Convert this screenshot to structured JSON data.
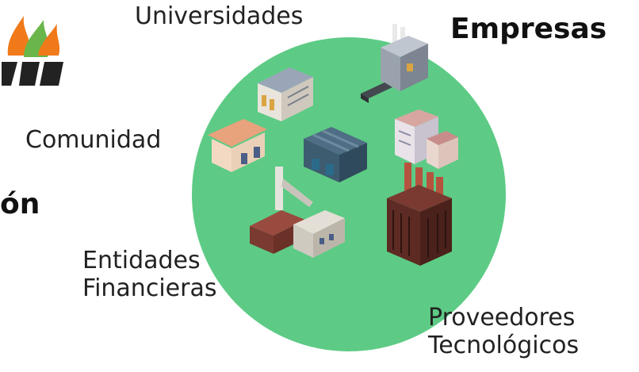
{
  "labels": {
    "universidades": "Universidades",
    "empresas": "Empresas",
    "comunidad": "Comunidad",
    "cut_word": "ón",
    "entidades": "Entidades\nFinancieras",
    "proveedores": "Proveedores\nTecnológicos"
  },
  "colors": {
    "circle": "#5dcb85",
    "text": "#222222",
    "logo_orange": "#f07a1a",
    "logo_green": "#6ab64a",
    "logo_dark": "#222222"
  },
  "icons": [
    "university-building-icon",
    "factory-icon",
    "house-icon",
    "warehouse-icon",
    "office-building-icon",
    "mine-factory-icon",
    "chimney-factory-icon",
    "logo-icon"
  ]
}
